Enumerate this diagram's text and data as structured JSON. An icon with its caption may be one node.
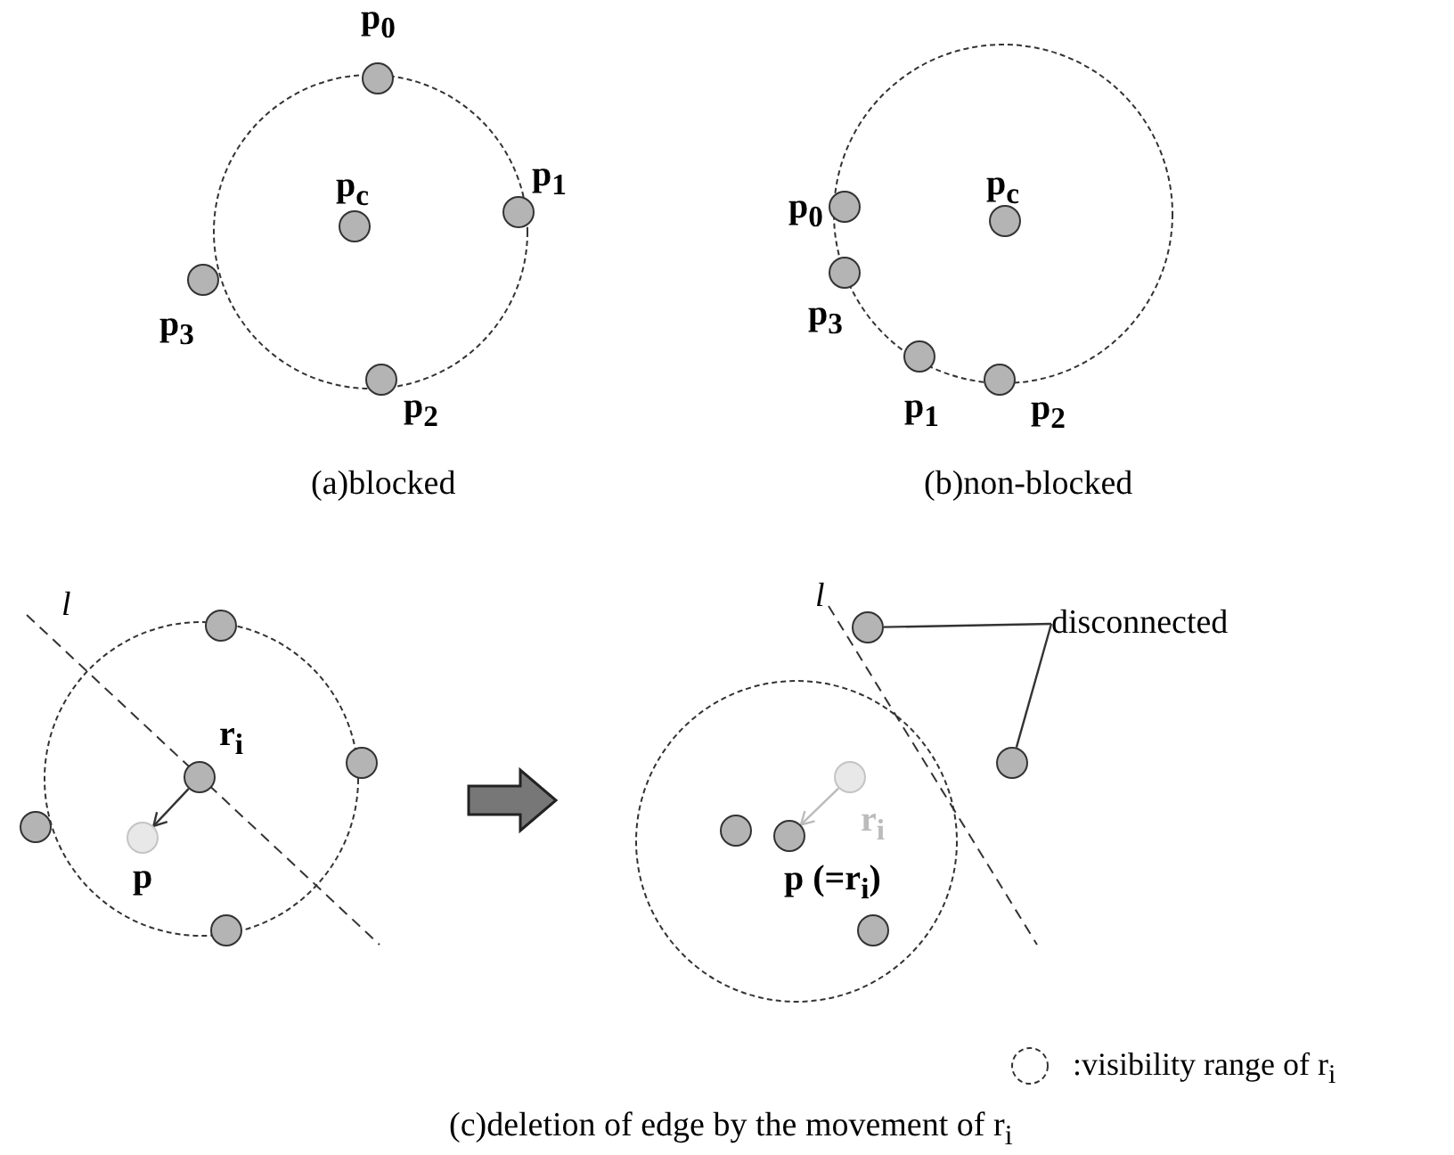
{
  "diagram": {
    "nodes": [
      {
        "text": [],
        "shape": "circle",
        "beside": [
          "p$_{0}$"
        ]
      },
      {
        "text": [],
        "shape": "circle",
        "beside": [
          "p$_{1}$"
        ]
      },
      {
        "text": [],
        "shape": "circle",
        "beside": [
          "p$_{c}$"
        ]
      },
      {
        "text": [],
        "shape": "circle",
        "beside": [
          "p$_{3}$"
        ]
      },
      {
        "text": [],
        "shape": "circle",
        "beside": [
          "p$_{2}$"
        ]
      },
      {
        "text": [],
        "shape": "circle",
        "beside": [
          "p$_{0}$"
        ]
      },
      {
        "text": [],
        "shape": "circle",
        "beside": [
          "p$_{c}$"
        ]
      },
      {
        "text": [],
        "shape": "circle",
        "beside": [
          "p$_{3}$"
        ]
      },
      {
        "text": [],
        "shape": "circle",
        "beside": [
          "p$_{1}$"
        ]
      },
      {
        "text": [],
        "shape": "circle",
        "beside": [
          "p$_{2}$"
        ]
      },
      {
        "text": [],
        "shape": "circle"
      },
      {
        "text": [],
        "shape": "circle"
      },
      {
        "text": [],
        "shape": "circle",
        "beside": [
          "r$_{i}$"
        ]
      },
      {
        "text": [],
        "shape": "circle"
      },
      {
        "text": [],
        "shape": "circle",
        "beside": [
          "p"
        ]
      },
      {
        "text": [],
        "shape": "circle"
      },
      {
        "text": [],
        "shape": "circle"
      },
      {
        "text": [
          "disconnected"
        ]
      },
      {
        "text": [],
        "shape": "circle"
      },
      {
        "text": [],
        "shape": "circle",
        "beside": [
          "r$_{i}$"
        ]
      },
      {
        "text": [],
        "shape": "circle"
      },
      {
        "text": [],
        "shape": "circle",
        "beside": [
          "p (=r$_{i}$)"
        ]
      },
      {
        "text": [],
        "shape": "circle"
      }
    ],
    "edges": [
      {
        "from": 12,
        "to": 14,
        "arrow": "to"
      },
      {
        "from": 19,
        "to": 21,
        "arrow": "to",
        "color": "#bbbbbb"
      },
      {
        "from": 17,
        "to": 16,
        "arrow": "none"
      },
      {
        "from": 17,
        "to": 18,
        "arrow": "none"
      }
    ],
    "labels": [
      "(a)blocked",
      "(b)non-blocked",
      "l",
      "l",
      "(c)deletion of edge by the movement of r$_{i}$"
    ],
    "legend": [
      {
        "text": ":visibility range of r$_{i}$"
      }
    ]
  }
}
